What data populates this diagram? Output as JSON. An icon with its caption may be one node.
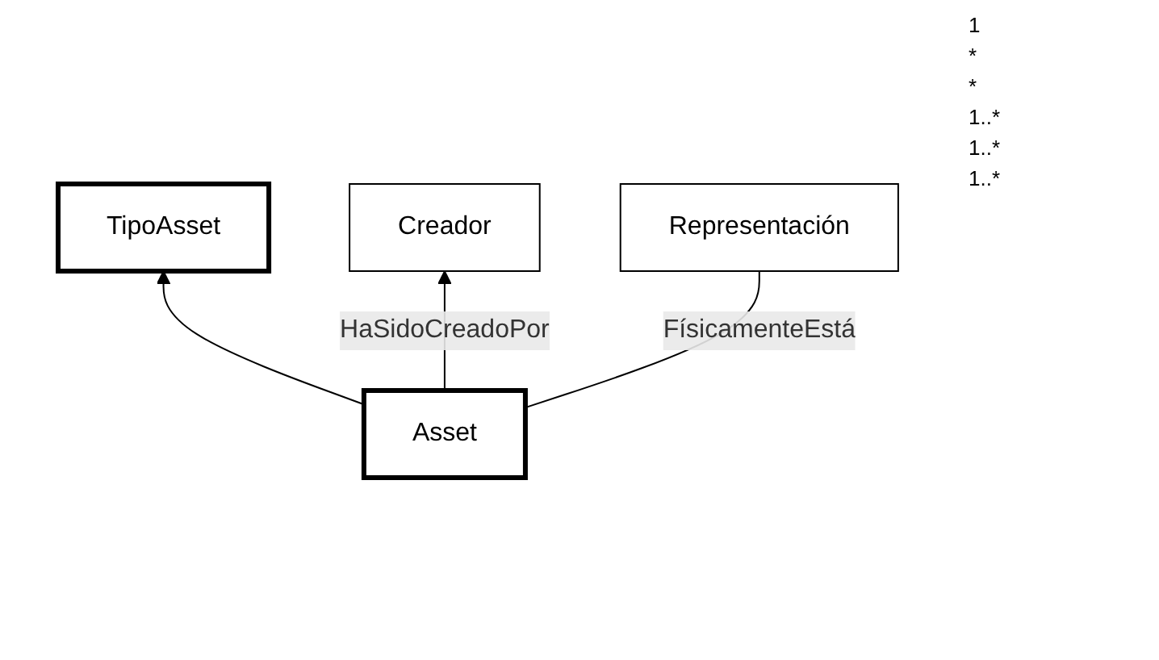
{
  "diagram": {
    "nodes": [
      {
        "text": [
          "TipoAsset"
        ]
      },
      {
        "text": [
          "Asset"
        ]
      },
      {
        "text": [
          "Creador"
        ]
      },
      {
        "text": [
          "Representación"
        ]
      }
    ],
    "edges": [
      {
        "from": 1,
        "to": 0,
        "arrow": "to"
      },
      {
        "from": 1,
        "to": 2,
        "arrow": "to",
        "label": "HaSidoCreadoPor"
      },
      {
        "from": 1,
        "to": 3,
        "arrow": "none",
        "label": "FísicamenteEstá"
      }
    ],
    "labels": [
      "1",
      "*",
      "*",
      "1..*",
      "1..*",
      "1..*"
    ]
  }
}
